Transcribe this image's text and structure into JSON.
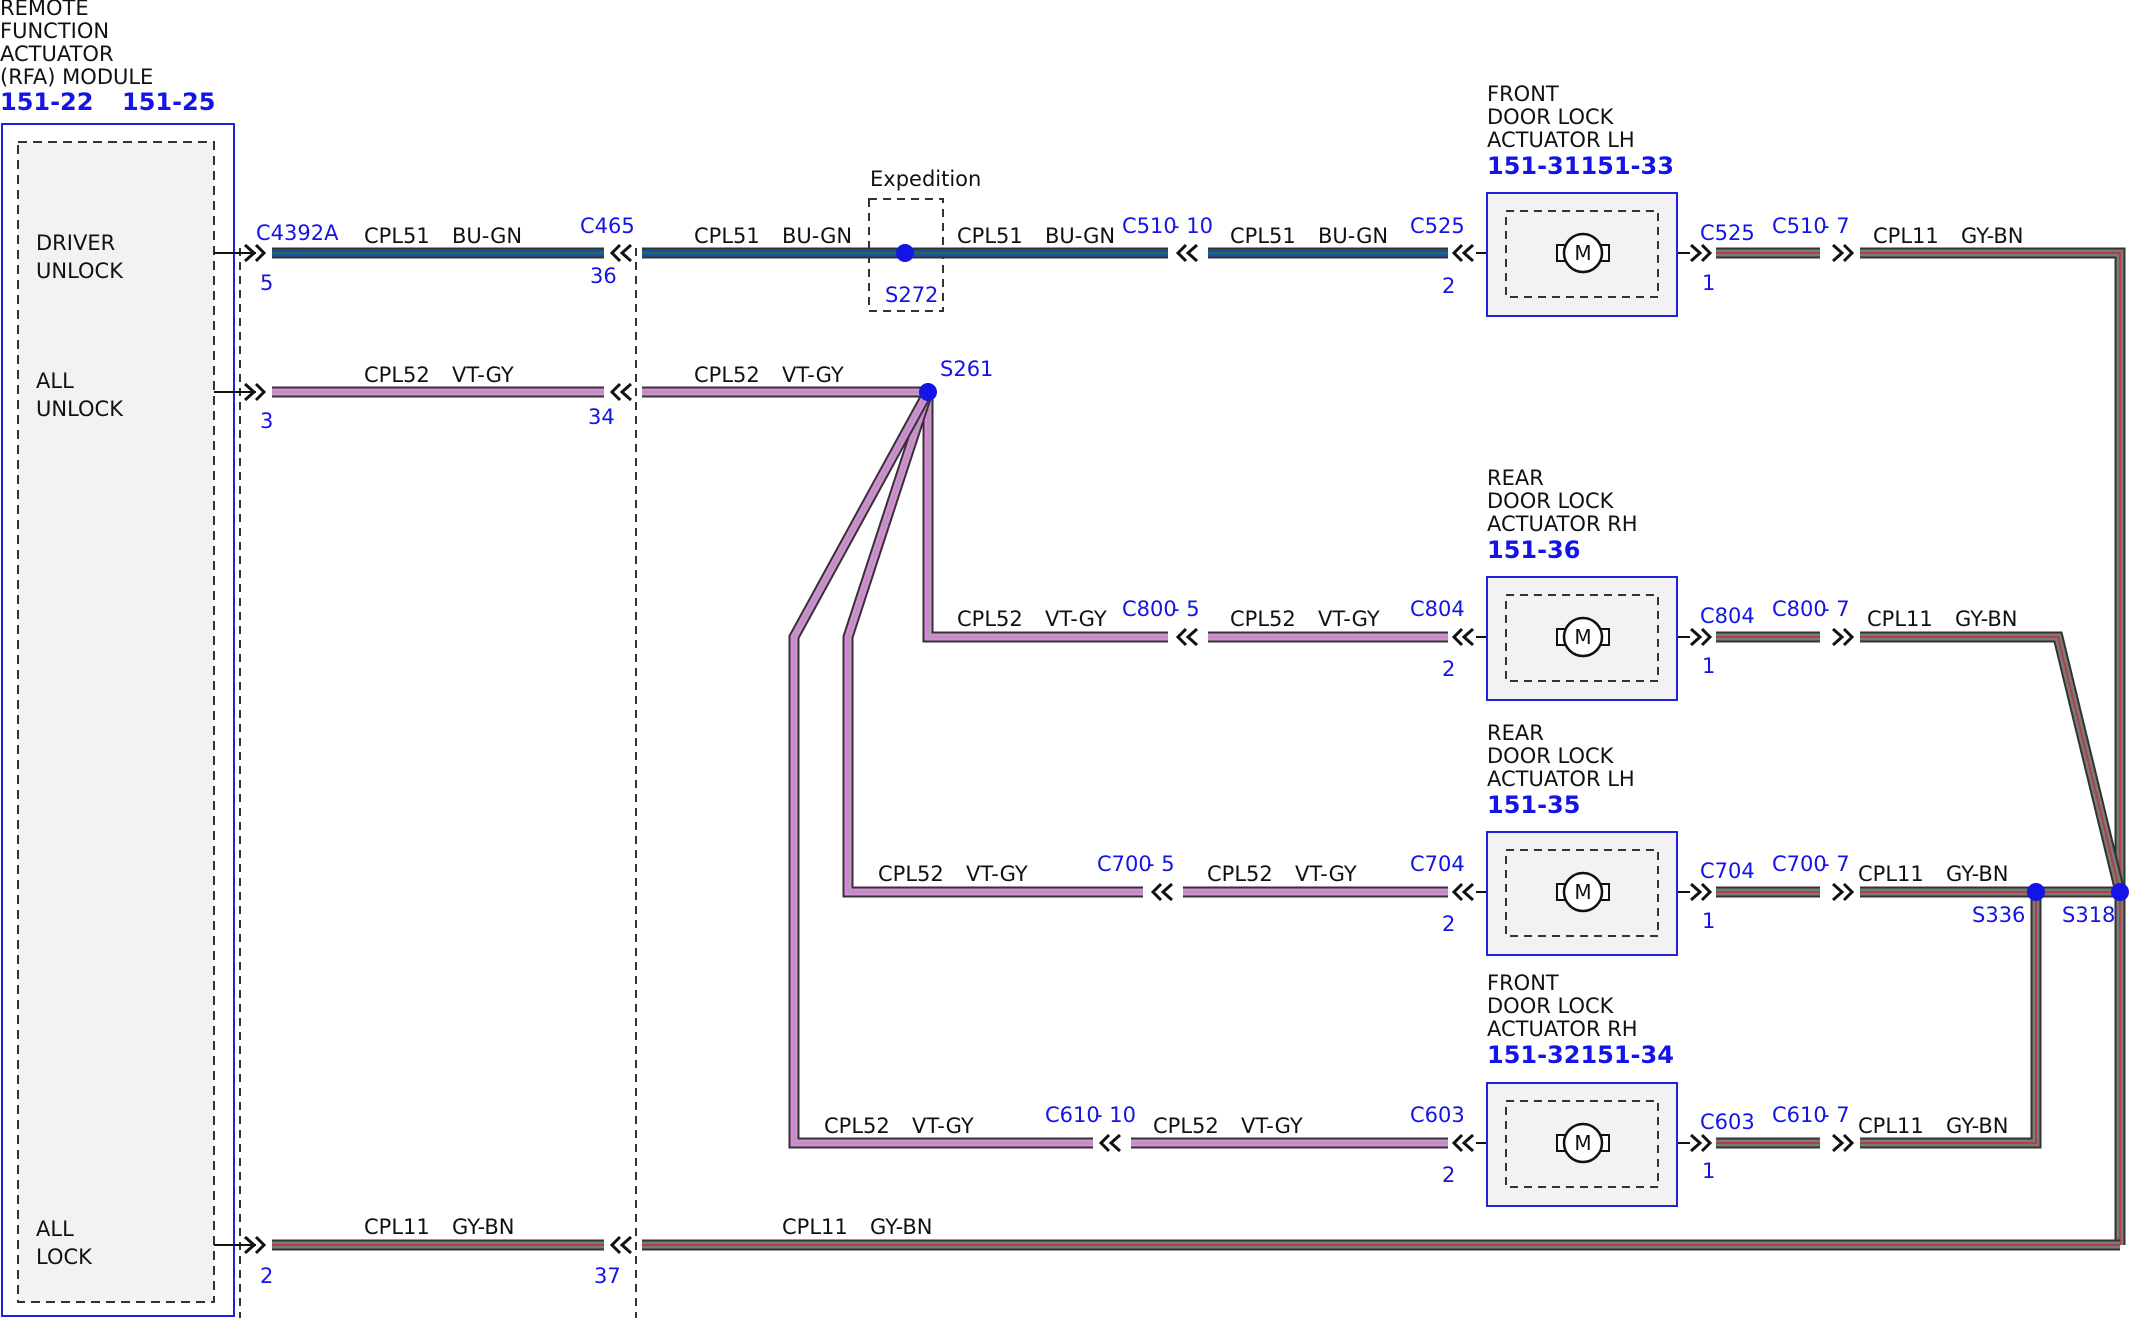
{
  "module": {
    "title": [
      "REMOTE",
      "FUNCTION",
      "ACTUATOR",
      "(RFA) MODULE"
    ],
    "refs": [
      "151-22",
      "151-25"
    ],
    "pins": [
      "DRIVER\nUNLOCK",
      "ALL\nUNLOCK",
      "ALL\nLOCK"
    ]
  },
  "expedition_label": "Expedition",
  "splices": [
    "S272",
    "S261",
    "S336",
    "S318"
  ],
  "actuators": [
    {
      "name": [
        "FRONT",
        "DOOR LOCK",
        "ACTUATOR LH"
      ],
      "ref": "151-31151-33"
    },
    {
      "name": [
        "REAR",
        "DOOR LOCK",
        "ACTUATOR RH"
      ],
      "ref": "151-36"
    },
    {
      "name": [
        "REAR",
        "DOOR LOCK",
        "ACTUATOR LH"
      ],
      "ref": "151-35"
    },
    {
      "name": [
        "FRONT",
        "DOOR LOCK",
        "ACTUATOR RH"
      ],
      "ref": "151-32151-34"
    }
  ],
  "motor_symbol": "M",
  "wire_labels": {
    "cpl51": "CPL51",
    "bu_gn": "BU-GN",
    "cpl52": "CPL52",
    "vt_gy": "VT-GY",
    "cpl11": "CPL11",
    "gy_bn": "GY-BN"
  },
  "connectors": {
    "c4392a": "C4392A",
    "c465": "C465",
    "c510_10": "C510",
    "c510_7": "C510",
    "c525": "C525",
    "c800_5": "C800",
    "c800_7": "C800",
    "c804": "C804",
    "c700_5": "C700",
    "c700_7": "C700",
    "c704": "C704",
    "c610_10": "C610",
    "c610_7": "C610",
    "c603": "C603"
  },
  "connector_suffix": {
    "dash10": "- 10",
    "dash7": "- 7",
    "dash5": "- 5"
  },
  "pins_num": {
    "p5": "5",
    "p36": "36",
    "p3": "3",
    "p34": "34",
    "p2": "2",
    "p37": "37",
    "p1": "1"
  },
  "colors": {
    "wire_blue": "#1e4fa0",
    "wire_blue_core": "#0a3a88",
    "wire_violet": "#d88ad8",
    "wire_gray": "#7a7a7a",
    "wire_brown_stripe": "#b04040",
    "label_blue": "#1414e6",
    "box_fill": "#f2f2f2"
  }
}
